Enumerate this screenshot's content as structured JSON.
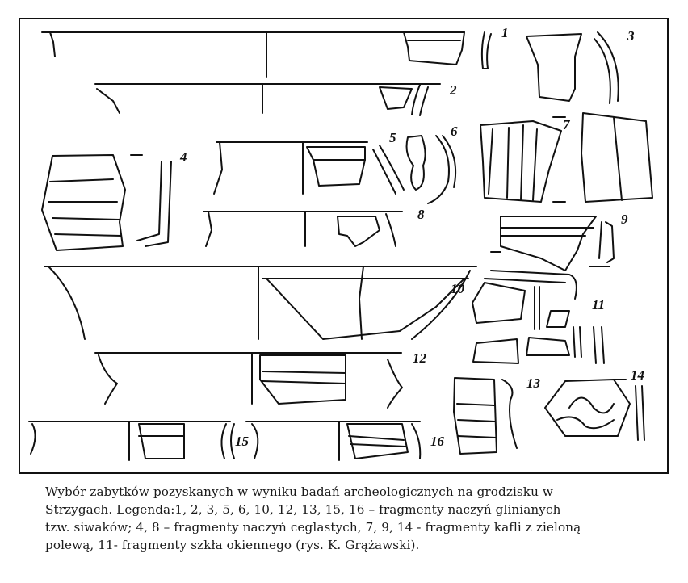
{
  "figure": {
    "labels": [
      "1",
      "2",
      "3",
      "4",
      "5",
      "6",
      "7",
      "8",
      "9",
      "10",
      "11",
      "12",
      "13",
      "14",
      "15",
      "16"
    ]
  },
  "caption": {
    "lines": [
      "Wybór zabytków pozyskanych w wyniku badań archeologicznych na grodzisku w",
      "Strzygach. Legenda:1, 2, 3, 5, 6, 10, 12, 13, 15, 16  – fragmenty naczyń glinianych",
      "tzw. siwaków; 4, 8 – fragmenty naczyń ceglastych, 7, 9, 14  - fragmenty kafli z zieloną",
      "polewą, 11- fragmenty szkła okiennego (rys. K. Grążawski)."
    ]
  }
}
